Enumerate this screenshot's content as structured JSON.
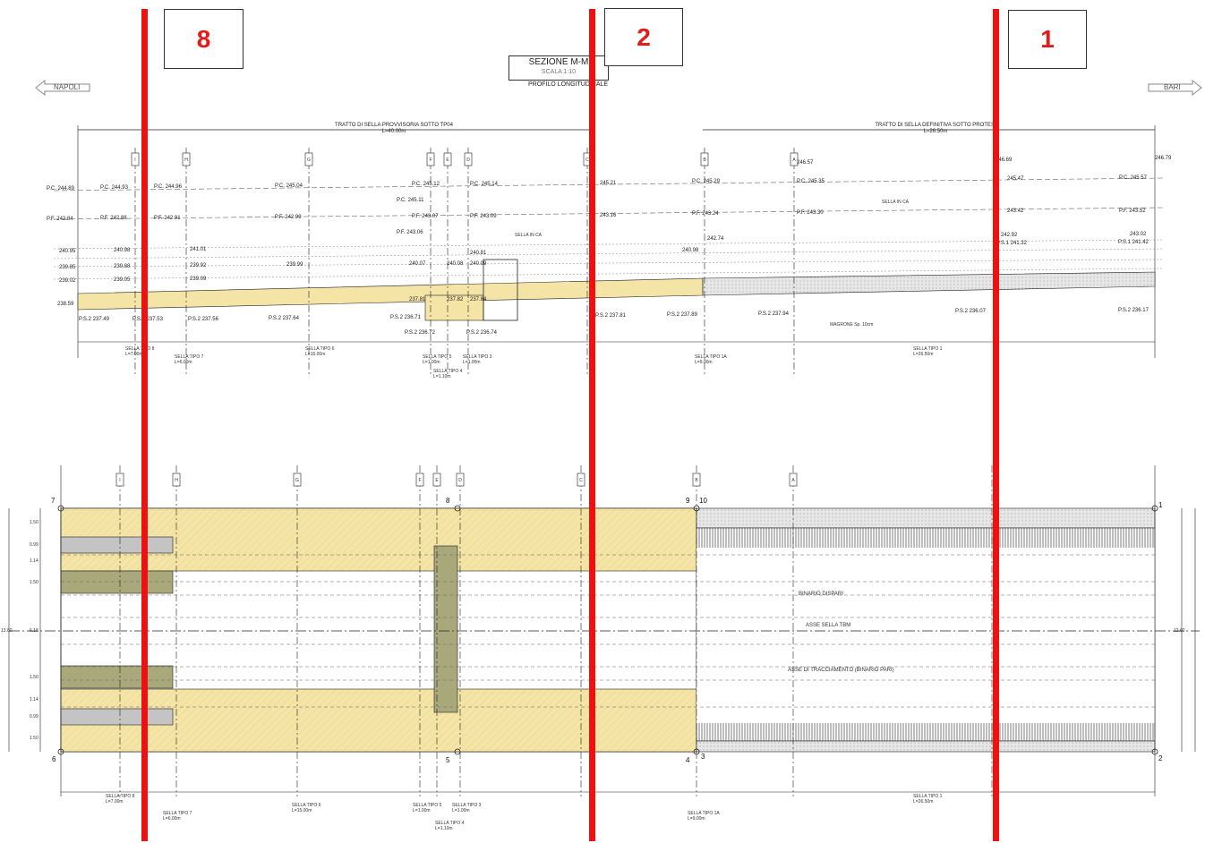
{
  "header": {
    "title": "SEZIONE M-M",
    "scale": "SCALA 1:10",
    "subtitle": "PROFILO LONGITUDINALE",
    "direction_left": "NAPOLI",
    "direction_right": "BARI"
  },
  "markers": [
    {
      "label": "8"
    },
    {
      "label": "2"
    },
    {
      "label": "1"
    }
  ],
  "tratti": {
    "provvisoria": "TRATTO DI SELLA PROVVISORIA SOTTO TP04",
    "provvisoria_len": "L=40.00m",
    "definitiva": "TRATTO DI SELLA DEFINITIVA SOTTO PROTESI",
    "definitiva_len": "L=26.50m"
  },
  "axes": [
    "I",
    "H",
    "G",
    "F",
    "E",
    "D",
    "C",
    "B",
    "A"
  ],
  "profile_levels": {
    "pc": [
      "P.C. 244.89",
      "P.C. 244.93",
      "P.C. 244.96",
      "P.C. 245.04",
      "P.C. 245.12",
      "P.C. 245.11",
      "P.C. 245.14",
      "245.21",
      "P.C. 245.29",
      "P.C. 245.35",
      "245.47",
      "P.C. 245.57"
    ],
    "pf": [
      "P.F. 242.84",
      "P.F. 242.88",
      "P.F. 242.91",
      "P.F. 242.99",
      "P.F. 243.07",
      "P.F. 243.06",
      "P.F. 243.09",
      "243.16",
      "P.F. 243.24",
      "P.F. 243.30",
      "243.42",
      "P.F. 243.52"
    ],
    "mid": [
      "240.95",
      "240.98",
      "241.01",
      "239.85",
      "239.88",
      "239.92",
      "239.02",
      "239.05",
      "239.09",
      "239.99",
      "240.07",
      "240.08",
      "240.09",
      "240.81",
      "240.98",
      "242.74",
      "242.92",
      "243.02",
      "P.S.1 241.32",
      "P.S.1 241.42",
      "246.57",
      "246.69",
      "246.79"
    ],
    "bottom": [
      "238.59",
      "237.81",
      "237.82",
      "237.84"
    ],
    "ps2": [
      "P.S.2 237.49",
      "P.S.2 237.53",
      "P.S.2 237.56",
      "P.S.2 237.64",
      "P.S.2 236.71",
      "P.S.2 236.72",
      "P.S.2 236.74",
      "P.S.2 237.81",
      "P.S.2 237.89",
      "P.S.2 237.94",
      "P.S.2 236.07",
      "P.S.2 236.17"
    ],
    "notes": [
      "SELLA IN CA",
      "SELLA IN CA",
      "MAGRONE Sp. 10cm"
    ]
  },
  "selle_profile": [
    {
      "label": "SELLA TIPO 8",
      "len": "L=7.00m"
    },
    {
      "label": "SELLA TIPO 7",
      "len": "L=6.00m"
    },
    {
      "label": "SELLA TIPO 6",
      "len": "L=15.00m"
    },
    {
      "label": "SELLA TIPO 5",
      "len": "L=1.00m"
    },
    {
      "label": "SELLA TIPO 4",
      "len": "L=1.10m"
    },
    {
      "label": "SELLA TIPO 3",
      "len": "L=1.00m"
    },
    {
      "label": "SELLA TIPO 1A",
      "len": "L=9.00m"
    },
    {
      "label": "SELLA TIPO 1",
      "len": "L=26.50m"
    }
  ],
  "plan": {
    "corners": [
      "7",
      "8",
      "9",
      "10",
      "1",
      "6",
      "5",
      "4",
      "3",
      "2"
    ],
    "labels": [
      "BINARIO DISPARI",
      "ASSE SELLA TBM",
      "ASSE DI TRACCIAMENTO (BINARIO PARI)"
    ],
    "dims_left": [
      "1.50",
      "0.99",
      "1.14",
      "1.50",
      "6.18",
      "1.50",
      "1.14",
      "0.99",
      "1.50"
    ],
    "dim_total": "13.60",
    "dim_right": "12.60"
  },
  "colors": {
    "cut_line": "#ee1111",
    "marker_text": "#e21b1b",
    "fill_provisional": "#f4e4a6",
    "fill_grey": "#c4c4c4",
    "fill_olive": "#a9a87a",
    "line": "#222222"
  }
}
